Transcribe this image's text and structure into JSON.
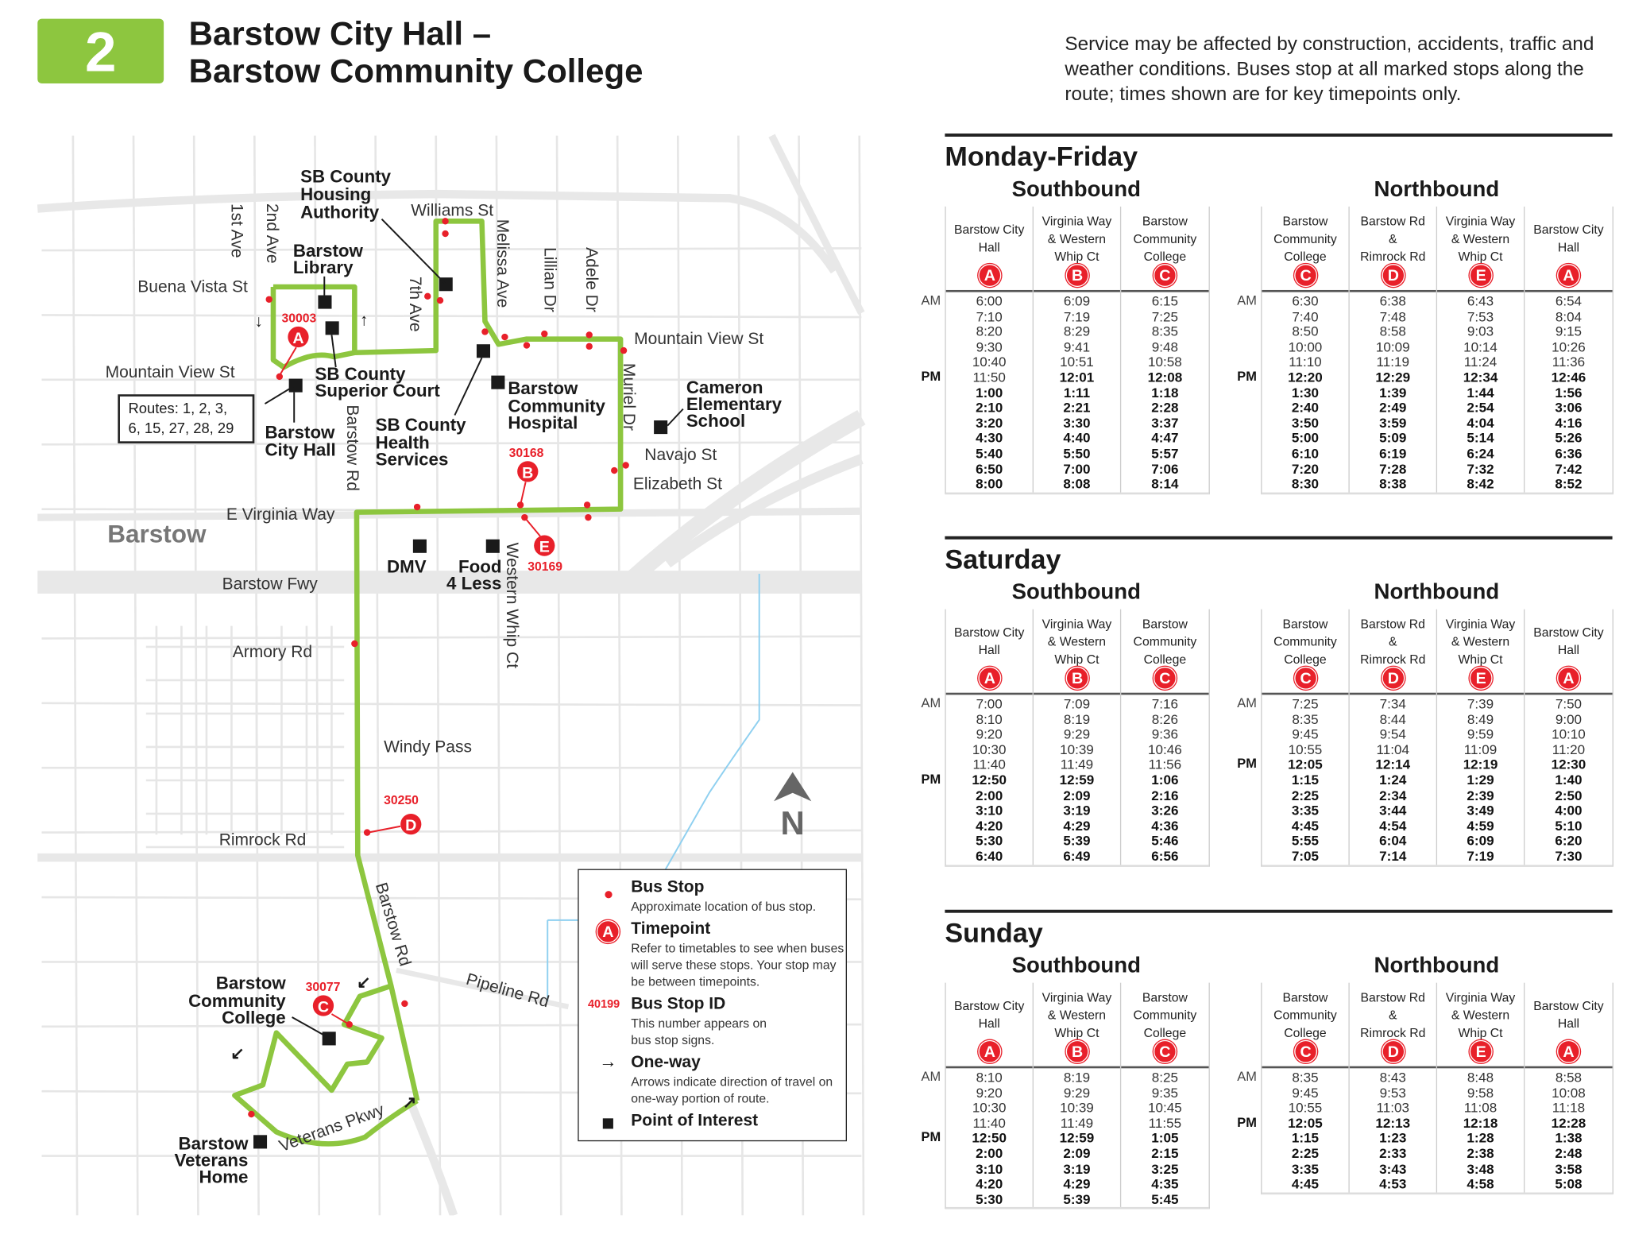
{
  "header": {
    "route_number": "2",
    "title_line1": "Barstow City Hall –",
    "title_line2": "Barstow Community College",
    "notice": "Service may be affected by construction, accidents, traffic and weather conditions. Buses stop at all marked stops along the route; times shown are for key timepoints only."
  },
  "colors": {
    "route": "#8dc63f",
    "stop": "#e8202a",
    "road": "#e6e6e6",
    "water": "#8fd0f0"
  },
  "map": {
    "streets": {
      "williams": "Williams St",
      "first_ave": "1st Ave",
      "second_ave": "2nd Ave",
      "buena_vista": "Buena Vista St",
      "seventh_ave": "7th Ave",
      "melissa": "Melissa Ave",
      "lillian": "Lillian Dr",
      "adele": "Adele Dr",
      "mountain_view_e": "Mountain View St",
      "mountain_view_w": "Mountain View St",
      "barstow_rd_n": "Barstow Rd",
      "muriel": "Muriel Dr",
      "navajo": "Navajo St",
      "elizabeth": "Elizabeth St",
      "virginia": "E Virginia Way",
      "western_whip": "Western Whip Ct",
      "fwy": "Barstow Fwy",
      "armory": "Armory Rd",
      "windy": "Windy Pass",
      "rimrock": "Rimrock Rd",
      "barstow_rd_s": "Barstow Rd",
      "pipeline": "Pipeline Rd",
      "veterans": "Veterans Pkwy"
    },
    "city_label": "Barstow",
    "poi": {
      "housing": [
        "SB County",
        "Housing",
        "Authority"
      ],
      "library": [
        "Barstow",
        "Library"
      ],
      "court": [
        "SB County",
        "Superior Court"
      ],
      "city_hall": [
        "Barstow",
        "City Hall"
      ],
      "health": [
        "SB County",
        "Health",
        "Services"
      ],
      "hospital": [
        "Barstow",
        "Community",
        "Hospital"
      ],
      "cameron": [
        "Cameron",
        "Elementary",
        "School"
      ],
      "dmv": [
        "DMV"
      ],
      "food": [
        "Food",
        "4 Less"
      ],
      "college": [
        "Barstow",
        "Community",
        "College"
      ],
      "veterans_home": [
        "Barstow",
        "Veterans",
        "Home"
      ]
    },
    "routes_box": [
      "Routes: 1, 2, 3,",
      "6, 15, 27, 28, 29"
    ],
    "timepoints": [
      {
        "letter": "A",
        "stop_id": "30003"
      },
      {
        "letter": "B",
        "stop_id": "30168"
      },
      {
        "letter": "E",
        "stop_id": "30169"
      },
      {
        "letter": "D",
        "stop_id": "30250"
      },
      {
        "letter": "C",
        "stop_id": "30077"
      }
    ],
    "north_label": "N",
    "legend": {
      "bus_stop": {
        "title": "Bus Stop",
        "desc": "Approximate location of bus stop."
      },
      "timepoint": {
        "symbol": "A",
        "title": "Timepoint",
        "desc": "Refer to timetables to see when buses will serve these stops. Your stop may be between timepoints."
      },
      "stop_id": {
        "symbol": "40199",
        "title": "Bus Stop ID",
        "desc": "This number appears on bus stop signs."
      },
      "one_way": {
        "symbol": "→",
        "title": "One-way",
        "desc": "Arrows indicate direction of travel on one-way portion of route."
      },
      "poi": {
        "title": "Point of Interest"
      }
    }
  },
  "schedule": {
    "am_label": "AM",
    "pm_label": "PM",
    "southbound_label": "Southbound",
    "northbound_label": "Northbound",
    "southbound_stops": [
      {
        "name": "Barstow City\nHall",
        "tp": "A"
      },
      {
        "name": "Virginia Way\n& Western\nWhip Ct",
        "tp": "B"
      },
      {
        "name": "Barstow\nCommunity\nCollege",
        "tp": "C"
      }
    ],
    "northbound_stops": [
      {
        "name": "Barstow\nCommunity\nCollege",
        "tp": "C"
      },
      {
        "name": "Barstow Rd\n&\nRimrock Rd",
        "tp": "D"
      },
      {
        "name": "Virginia Way\n& Western\nWhip Ct",
        "tp": "E"
      },
      {
        "name": "Barstow City\nHall",
        "tp": "A"
      }
    ],
    "days": [
      {
        "title": "Monday-Friday",
        "sb_pm_row": 5,
        "nb_pm_row": 5,
        "southbound": [
          [
            "6:00",
            "6:09",
            "6:15"
          ],
          [
            "7:10",
            "7:19",
            "7:25"
          ],
          [
            "8:20",
            "8:29",
            "8:35"
          ],
          [
            "9:30",
            "9:41",
            "9:48"
          ],
          [
            "10:40",
            "10:51",
            "10:58"
          ],
          [
            "11:50",
            "12:01",
            "12:08"
          ],
          [
            "1:00",
            "1:11",
            "1:18"
          ],
          [
            "2:10",
            "2:21",
            "2:28"
          ],
          [
            "3:20",
            "3:30",
            "3:37"
          ],
          [
            "4:30",
            "4:40",
            "4:47"
          ],
          [
            "5:40",
            "5:50",
            "5:57"
          ],
          [
            "6:50",
            "7:00",
            "7:06"
          ],
          [
            "8:00",
            "8:08",
            "8:14"
          ]
        ],
        "northbound": [
          [
            "6:30",
            "6:38",
            "6:43",
            "6:54"
          ],
          [
            "7:40",
            "7:48",
            "7:53",
            "8:04"
          ],
          [
            "8:50",
            "8:58",
            "9:03",
            "9:15"
          ],
          [
            "10:00",
            "10:09",
            "10:14",
            "10:26"
          ],
          [
            "11:10",
            "11:19",
            "11:24",
            "11:36"
          ],
          [
            "12:20",
            "12:29",
            "12:34",
            "12:46"
          ],
          [
            "1:30",
            "1:39",
            "1:44",
            "1:56"
          ],
          [
            "2:40",
            "2:49",
            "2:54",
            "3:06"
          ],
          [
            "3:50",
            "3:59",
            "4:04",
            "4:16"
          ],
          [
            "5:00",
            "5:09",
            "5:14",
            "5:26"
          ],
          [
            "6:10",
            "6:19",
            "6:24",
            "6:36"
          ],
          [
            "7:20",
            "7:28",
            "7:32",
            "7:42"
          ],
          [
            "8:30",
            "8:38",
            "8:42",
            "8:52"
          ]
        ]
      },
      {
        "title": "Saturday",
        "sb_pm_row": 5,
        "nb_pm_row": 4,
        "southbound": [
          [
            "7:00",
            "7:09",
            "7:16"
          ],
          [
            "8:10",
            "8:19",
            "8:26"
          ],
          [
            "9:20",
            "9:29",
            "9:36"
          ],
          [
            "10:30",
            "10:39",
            "10:46"
          ],
          [
            "11:40",
            "11:49",
            "11:56"
          ],
          [
            "12:50",
            "12:59",
            "1:06"
          ],
          [
            "2:00",
            "2:09",
            "2:16"
          ],
          [
            "3:10",
            "3:19",
            "3:26"
          ],
          [
            "4:20",
            "4:29",
            "4:36"
          ],
          [
            "5:30",
            "5:39",
            "5:46"
          ],
          [
            "6:40",
            "6:49",
            "6:56"
          ]
        ],
        "northbound": [
          [
            "7:25",
            "7:34",
            "7:39",
            "7:50"
          ],
          [
            "8:35",
            "8:44",
            "8:49",
            "9:00"
          ],
          [
            "9:45",
            "9:54",
            "9:59",
            "10:10"
          ],
          [
            "10:55",
            "11:04",
            "11:09",
            "11:20"
          ],
          [
            "12:05",
            "12:14",
            "12:19",
            "12:30"
          ],
          [
            "1:15",
            "1:24",
            "1:29",
            "1:40"
          ],
          [
            "2:25",
            "2:34",
            "2:39",
            "2:50"
          ],
          [
            "3:35",
            "3:44",
            "3:49",
            "4:00"
          ],
          [
            "4:45",
            "4:54",
            "4:59",
            "5:10"
          ],
          [
            "5:55",
            "6:04",
            "6:09",
            "6:20"
          ],
          [
            "7:05",
            "7:14",
            "7:19",
            "7:30"
          ]
        ]
      },
      {
        "title": "Sunday",
        "sb_pm_row": 4,
        "nb_pm_row": 3,
        "southbound": [
          [
            "8:10",
            "8:19",
            "8:25"
          ],
          [
            "9:20",
            "9:29",
            "9:35"
          ],
          [
            "10:30",
            "10:39",
            "10:45"
          ],
          [
            "11:40",
            "11:49",
            "11:55"
          ],
          [
            "12:50",
            "12:59",
            "1:05"
          ],
          [
            "2:00",
            "2:09",
            "2:15"
          ],
          [
            "3:10",
            "3:19",
            "3:25"
          ],
          [
            "4:20",
            "4:29",
            "4:35"
          ],
          [
            "5:30",
            "5:39",
            "5:45"
          ]
        ],
        "northbound": [
          [
            "8:35",
            "8:43",
            "8:48",
            "8:58"
          ],
          [
            "9:45",
            "9:53",
            "9:58",
            "10:08"
          ],
          [
            "10:55",
            "11:03",
            "11:08",
            "11:18"
          ],
          [
            "12:05",
            "12:13",
            "12:18",
            "12:28"
          ],
          [
            "1:15",
            "1:23",
            "1:28",
            "1:38"
          ],
          [
            "2:25",
            "2:33",
            "2:38",
            "2:48"
          ],
          [
            "3:35",
            "3:43",
            "3:48",
            "3:58"
          ],
          [
            "4:45",
            "4:53",
            "4:58",
            "5:08"
          ]
        ]
      }
    ]
  }
}
